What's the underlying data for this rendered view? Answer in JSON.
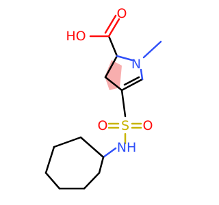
{
  "molecule": {
    "atoms": {
      "hydroxyl": "HO",
      "carbonyl_oxygen": "O",
      "ring_nitrogen": "N",
      "sulfur": "S",
      "sulfonyl_oxygen_left": "O",
      "sulfonyl_oxygen_right": "O",
      "amine": "NH"
    }
  },
  "colors": {
    "bond": "#000000",
    "oxygen": "#ff0d0d",
    "nitrogen": "#3050f8",
    "sulfur": "#c8b400",
    "highlight": "#f26b6b"
  }
}
